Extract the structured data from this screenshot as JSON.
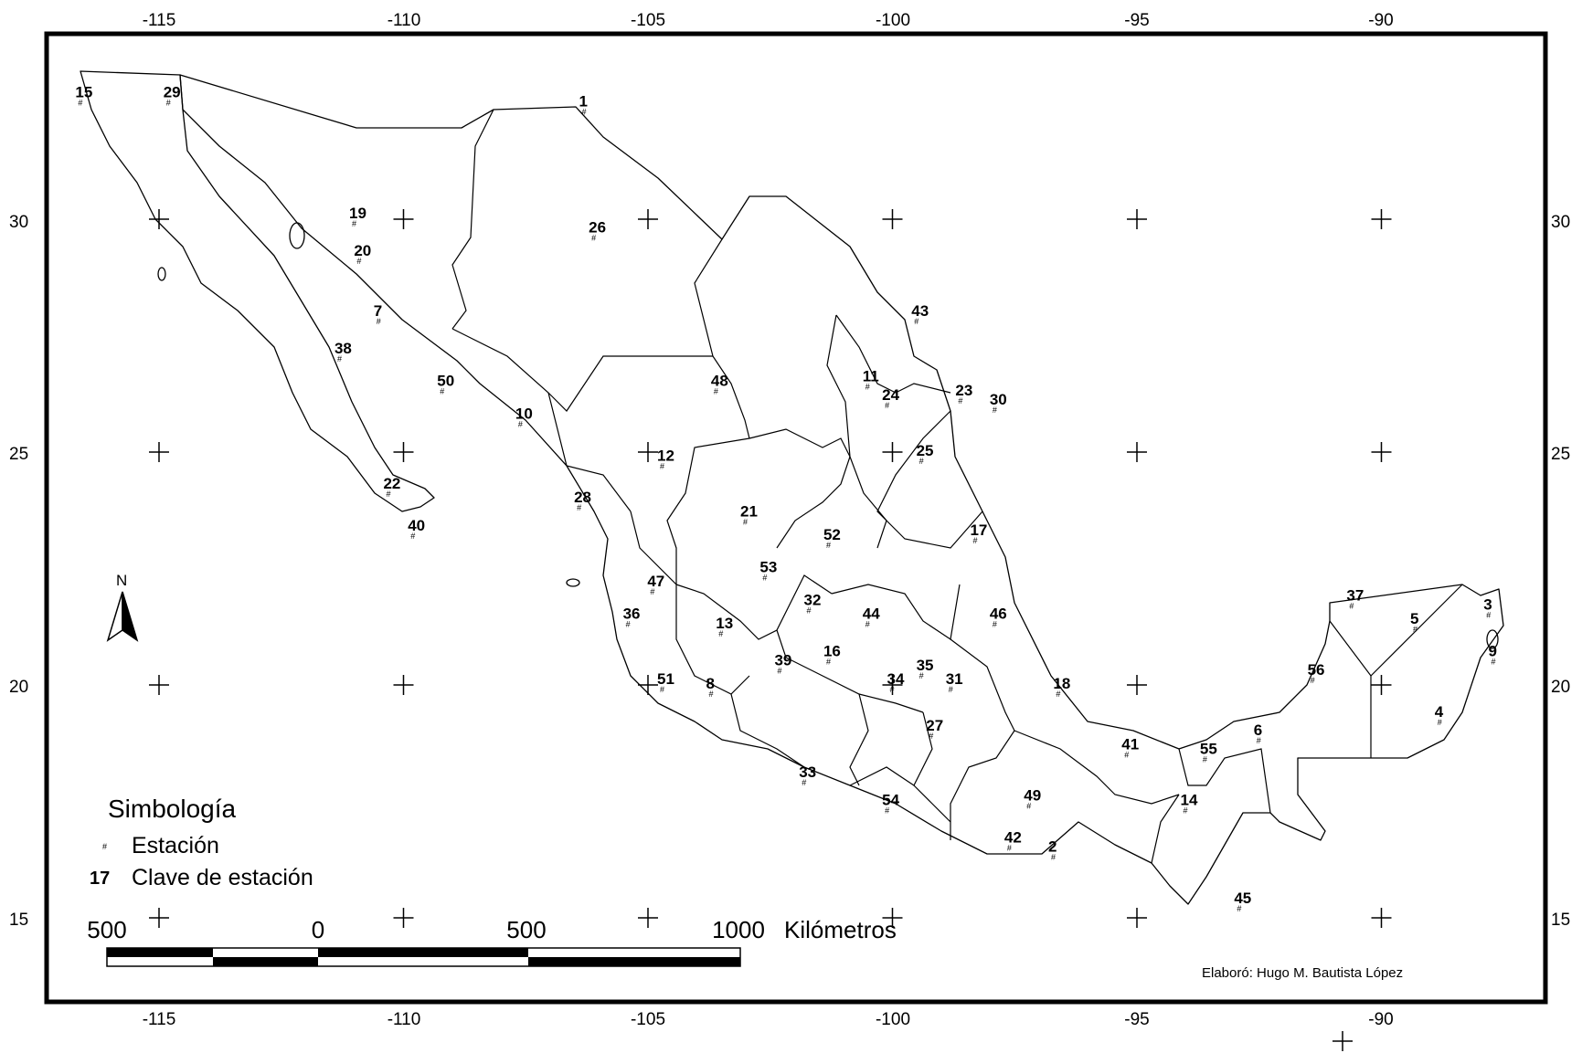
{
  "axes": {
    "top_ticks": [
      "-115",
      "-110",
      "-105",
      "-100",
      "-95",
      "-90"
    ],
    "bottom_ticks": [
      "-115",
      "-110",
      "-105",
      "-100",
      "-95",
      "-90"
    ],
    "left_ticks": [
      "30",
      "25",
      "20",
      "15"
    ],
    "right_ticks": [
      "30",
      "25",
      "20",
      "15"
    ]
  },
  "north_arrow": {
    "label": "N"
  },
  "legend": {
    "title": "Simbología",
    "station_symbol": "#",
    "station_text": "Estación",
    "key_sample": "17",
    "key_text": "Clave de estación"
  },
  "scale_bar": {
    "labels": [
      "500",
      "0",
      "500",
      "1000"
    ],
    "unit": "Kilómetros"
  },
  "credit": "Elaboró: Hugo M. Bautista López",
  "stations": [
    {
      "id": "1",
      "lon": -106.3,
      "lat": 32.3
    },
    {
      "id": "2",
      "lon": -96.7,
      "lat": 16.3
    },
    {
      "id": "3",
      "lon": -87.8,
      "lat": 21.5
    },
    {
      "id": "4",
      "lon": -88.8,
      "lat": 19.2
    },
    {
      "id": "5",
      "lon": -89.3,
      "lat": 21.2
    },
    {
      "id": "6",
      "lon": -92.5,
      "lat": 18.8
    },
    {
      "id": "7",
      "lon": -110.5,
      "lat": 27.8
    },
    {
      "id": "8",
      "lon": -103.7,
      "lat": 19.8
    },
    {
      "id": "9",
      "lon": -87.7,
      "lat": 20.5
    },
    {
      "id": "10",
      "lon": -107.6,
      "lat": 25.6
    },
    {
      "id": "11",
      "lon": -100.5,
      "lat": 26.4
    },
    {
      "id": "12",
      "lon": -104.7,
      "lat": 24.7
    },
    {
      "id": "13",
      "lon": -103.5,
      "lat": 21.1
    },
    {
      "id": "14",
      "lon": -94.0,
      "lat": 17.3
    },
    {
      "id": "15",
      "lon": -116.6,
      "lat": 32.5
    },
    {
      "id": "16",
      "lon": -101.3,
      "lat": 20.5
    },
    {
      "id": "17",
      "lon": -98.3,
      "lat": 23.1
    },
    {
      "id": "18",
      "lon": -96.6,
      "lat": 19.8
    },
    {
      "id": "19",
      "lon": -111.0,
      "lat": 29.9
    },
    {
      "id": "20",
      "lon": -110.9,
      "lat": 29.1
    },
    {
      "id": "21",
      "lon": -103.0,
      "lat": 23.5
    },
    {
      "id": "22",
      "lon": -110.3,
      "lat": 24.1
    },
    {
      "id": "23",
      "lon": -98.6,
      "lat": 26.1
    },
    {
      "id": "24",
      "lon": -100.1,
      "lat": 26.0
    },
    {
      "id": "25",
      "lon": -99.4,
      "lat": 24.8
    },
    {
      "id": "26",
      "lon": -106.1,
      "lat": 29.6
    },
    {
      "id": "27",
      "lon": -99.2,
      "lat": 18.9
    },
    {
      "id": "28",
      "lon": -106.4,
      "lat": 23.8
    },
    {
      "id": "29",
      "lon": -114.8,
      "lat": 32.5
    },
    {
      "id": "30",
      "lon": -97.9,
      "lat": 25.9
    },
    {
      "id": "31",
      "lon": -98.8,
      "lat": 19.9
    },
    {
      "id": "32",
      "lon": -101.7,
      "lat": 21.6
    },
    {
      "id": "33",
      "lon": -101.8,
      "lat": 17.9
    },
    {
      "id": "34",
      "lon": -100.0,
      "lat": 19.9
    },
    {
      "id": "35",
      "lon": -99.4,
      "lat": 20.2
    },
    {
      "id": "36",
      "lon": -105.4,
      "lat": 21.3
    },
    {
      "id": "37",
      "lon": -90.6,
      "lat": 21.7
    },
    {
      "id": "38",
      "lon": -111.3,
      "lat": 27.0
    },
    {
      "id": "39",
      "lon": -102.3,
      "lat": 20.3
    },
    {
      "id": "40",
      "lon": -109.8,
      "lat": 23.2
    },
    {
      "id": "41",
      "lon": -95.2,
      "lat": 18.5
    },
    {
      "id": "42",
      "lon": -97.6,
      "lat": 16.5
    },
    {
      "id": "43",
      "lon": -99.5,
      "lat": 27.8
    },
    {
      "id": "44",
      "lon": -100.5,
      "lat": 21.3
    },
    {
      "id": "45",
      "lon": -92.9,
      "lat": 15.2
    },
    {
      "id": "46",
      "lon": -97.9,
      "lat": 21.3
    },
    {
      "id": "47",
      "lon": -104.9,
      "lat": 22.0
    },
    {
      "id": "48",
      "lon": -103.6,
      "lat": 26.3
    },
    {
      "id": "49",
      "lon": -97.2,
      "lat": 17.4
    },
    {
      "id": "50",
      "lon": -109.2,
      "lat": 26.3
    },
    {
      "id": "51",
      "lon": -104.7,
      "lat": 19.9
    },
    {
      "id": "52",
      "lon": -101.3,
      "lat": 23.0
    },
    {
      "id": "53",
      "lon": -102.6,
      "lat": 22.3
    },
    {
      "id": "54",
      "lon": -100.1,
      "lat": 17.3
    },
    {
      "id": "55",
      "lon": -93.6,
      "lat": 18.4
    },
    {
      "id": "56",
      "lon": -91.4,
      "lat": 20.1
    }
  ]
}
